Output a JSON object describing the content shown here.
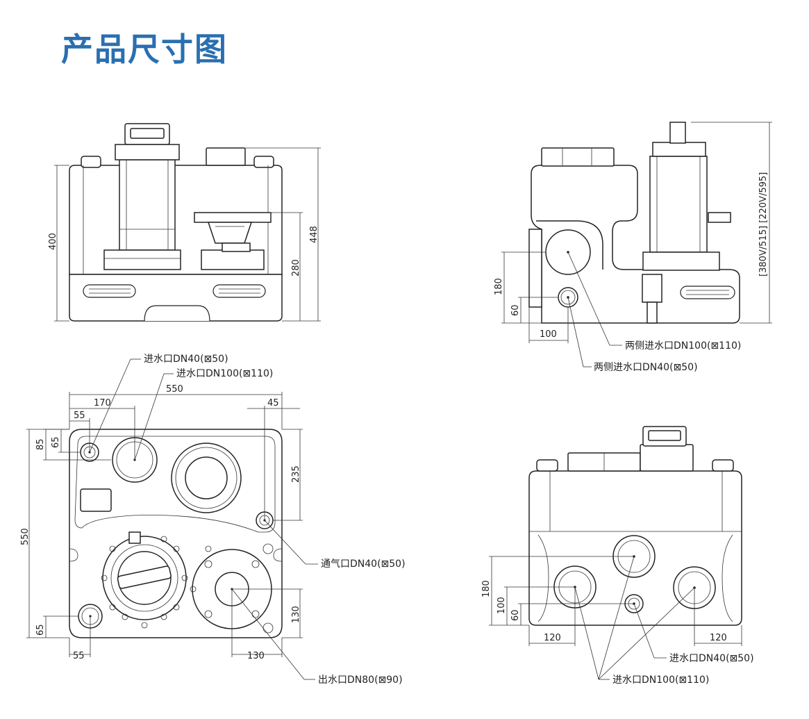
{
  "title": "产品尺寸图",
  "front_view": {
    "dim_400": "400",
    "dim_448": "448",
    "dim_280": "280"
  },
  "side_view": {
    "dim_180": "180",
    "dim_60": "60",
    "dim_100": "100",
    "dim_height": "[380V/515]  [220V/595]",
    "label_inlet_dn100": "两侧进水口DN100(⊠110)",
    "label_inlet_dn40": "两侧进水口DN40(⊠50)"
  },
  "top_view": {
    "dim_550_width": "550",
    "dim_170": "170",
    "dim_55_top": "55",
    "dim_45": "45",
    "dim_85": "85",
    "dim_65_top": "65",
    "dim_235": "235",
    "dim_550_height": "550",
    "dim_65_bottom": "65",
    "dim_55_bottom": "55",
    "dim_130_h": "130",
    "dim_130_v": "130",
    "label_inlet_dn40": "进水口DN40(⊠50)",
    "label_inlet_dn100": "进水口DN100(⊠110)",
    "label_vent": "通气口DN40(⊠50)",
    "label_outlet": "出水口DN80(⊠90)"
  },
  "back_view": {
    "dim_180": "180",
    "dim_100": "100",
    "dim_60": "60",
    "dim_120_left": "120",
    "dim_120_right": "120",
    "label_inlet_dn40": "进水口DN40(⊠50)",
    "label_inlet_dn100": "进水口DN100(⊠110)"
  }
}
